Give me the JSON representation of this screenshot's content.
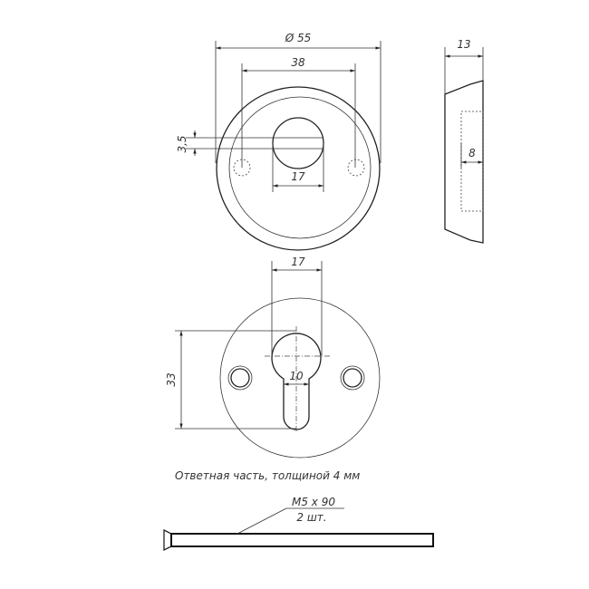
{
  "top_view": {
    "dim_diameter": "Ø 55",
    "dim_hole_spacing": "38",
    "dim_slot": "3,5",
    "dim_hole": "17"
  },
  "side_view": {
    "dim_thickness": "13",
    "dim_depth": "8"
  },
  "back_plate": {
    "dim_width": "17",
    "dim_height": "33",
    "dim_slot_width": "10",
    "caption": "Ответная часть, толщиной 4 мм"
  },
  "screw": {
    "label_size": "M5 x 90",
    "label_qty": "2 шт."
  }
}
